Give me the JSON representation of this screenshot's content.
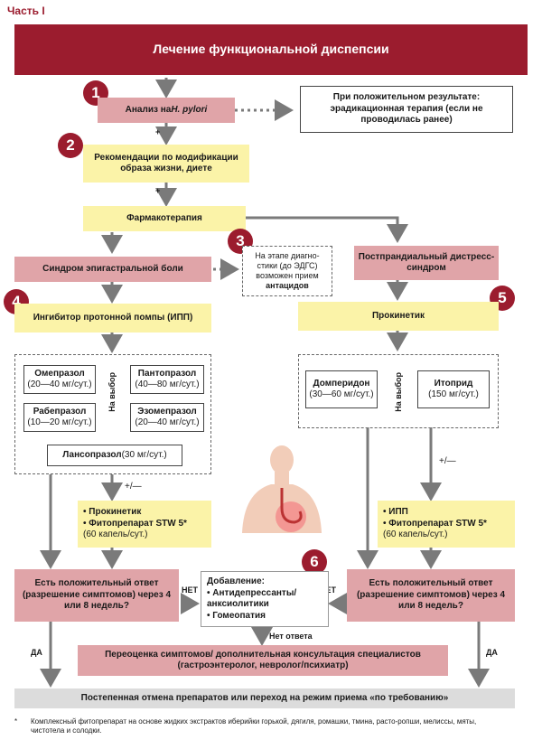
{
  "part_label": "Часть I",
  "title": "Лечение функциональной диспепсии",
  "steps": {
    "s1": "1",
    "s2": "2",
    "s3": "3",
    "s4": "4",
    "s5": "5",
    "s6": "6"
  },
  "hp_test": {
    "prefix": "Анализ на ",
    "italic": "H. pylori"
  },
  "hp_positive": "При положительном результате: эрадикационная терапия (если не проводилась ранее)",
  "plus": "+",
  "lifestyle": "Рекомендации по модификации образа жизни, диете",
  "pharmacotherapy": "Фармакотерапия",
  "epigastric": "Синдром эпигастральной боли",
  "antacids": {
    "text": "На этапе диагно-стики (до ЭДГС) возможен прием",
    "bold": "антацидов"
  },
  "postprandial": "Постпрандиальный дистресс-синдром",
  "ppi": "Ингибитор протонной помпы (ИПП)",
  "prokinetic": "Прокинетик",
  "choice_label": "На выбор",
  "ppi_options": [
    {
      "name": "Омепразол",
      "dose": "(20—40 мг/сут.)"
    },
    {
      "name": "Пантопразол",
      "dose": "(40—80 мг/сут.)"
    },
    {
      "name": "Рабепразол",
      "dose": "(10—20 мг/сут.)"
    },
    {
      "name": "Эзомепразол",
      "dose": "(20—40 мг/сут.)"
    }
  ],
  "lansoprazole": {
    "name": "Лансопразол",
    "dose": " (30 мг/сут.)"
  },
  "prokinetic_options": [
    {
      "name": "Домперидон",
      "dose": "(30—60 мг/сут.)"
    },
    {
      "name": "Итоприд",
      "dose": "(150 мг/сут.)"
    }
  ],
  "plus_minus": "+/—",
  "addon_left": {
    "items": [
      "Прокинетик",
      "Фитопрепарат STW 5*"
    ],
    "dose": "(60 капель/сут.)"
  },
  "addon_right": {
    "items": [
      "ИПП",
      "Фитопрепарат STW 5*"
    ],
    "dose": "(60 капель/сут.)"
  },
  "response_question": "Есть положительный ответ (разрешение симптомов) через 4 или 8 недель?",
  "no_label": "НЕТ",
  "yes_label": "ДА",
  "no_answer": "Нет ответа",
  "addition": {
    "title": "Добавление:",
    "items": [
      "Антидепрессанты/ анксиолитики",
      "Гомеопатия"
    ]
  },
  "reassessment": "Переоценка симптомов/ дополнительная консультация специалистов (гастроэнтеролог, невролог/психиатр)",
  "final": "Постепенная отмена препаратов или переход на режим приема «по требованию»",
  "footnote_mark": "*",
  "footnote": "Комплексный фитопрепарат на основе жидких экстрактов иберийки горькой, дягиля, ромашки, тмина, расто-ропши, мелиссы, мяты, чистотела и солодки.",
  "colors": {
    "accent": "#9b1c2e",
    "pink": "#e0a4a8",
    "yellow": "#fbf3a8",
    "arrow": "#7a7a7a"
  }
}
